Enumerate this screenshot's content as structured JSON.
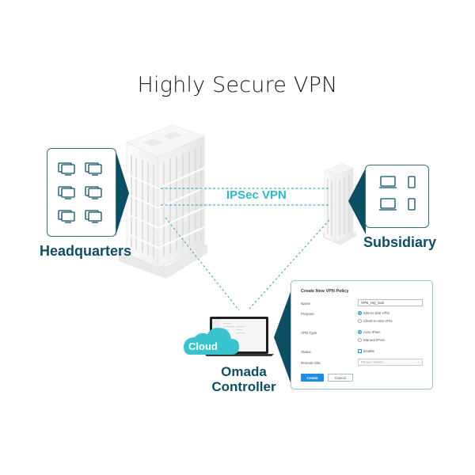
{
  "title": "Highly Secure VPN",
  "sites": {
    "headquarters": {
      "label": "Headquarters",
      "devices": [
        "desktop-pc",
        "desktop-pc",
        "desktop-pc",
        "desktop-pc",
        "desktop-pc",
        "desktop-pc"
      ]
    },
    "subsidiary": {
      "label": "Subsidiary",
      "devices": [
        "laptop",
        "phone",
        "laptop",
        "phone"
      ]
    }
  },
  "link": {
    "label": "IPSec VPN"
  },
  "controller": {
    "cloud_label": "Cloud",
    "label_line1": "Omada",
    "label_line2": "Controller"
  },
  "form": {
    "title": "Create New VPN Policy",
    "name_label": "Name",
    "name_value": "VPN_HQ_Sub",
    "purpose_label": "Purpose",
    "purpose_options": [
      "Site-to-Site VPN",
      "Client-to-Site VPN"
    ],
    "purpose_selected": "Site-to-Site VPN",
    "vpn_type_label": "VPN Type",
    "vpn_type_options": [
      "Auto IPsec",
      "Manual IPsec"
    ],
    "vpn_type_selected": "Auto IPsec",
    "status_label": "Status",
    "status_checkbox": "Enable",
    "status_checked": true,
    "remote_site_label": "Remote Site",
    "remote_site_placeholder": "Please Select...",
    "create_button": "Create",
    "cancel_button": "Cancel"
  },
  "colors": {
    "teal_dark": "#0c4f63",
    "teal_light": "#2cb8c8",
    "cloud": "#38c3cf",
    "primary_button": "#1e8fe0"
  }
}
